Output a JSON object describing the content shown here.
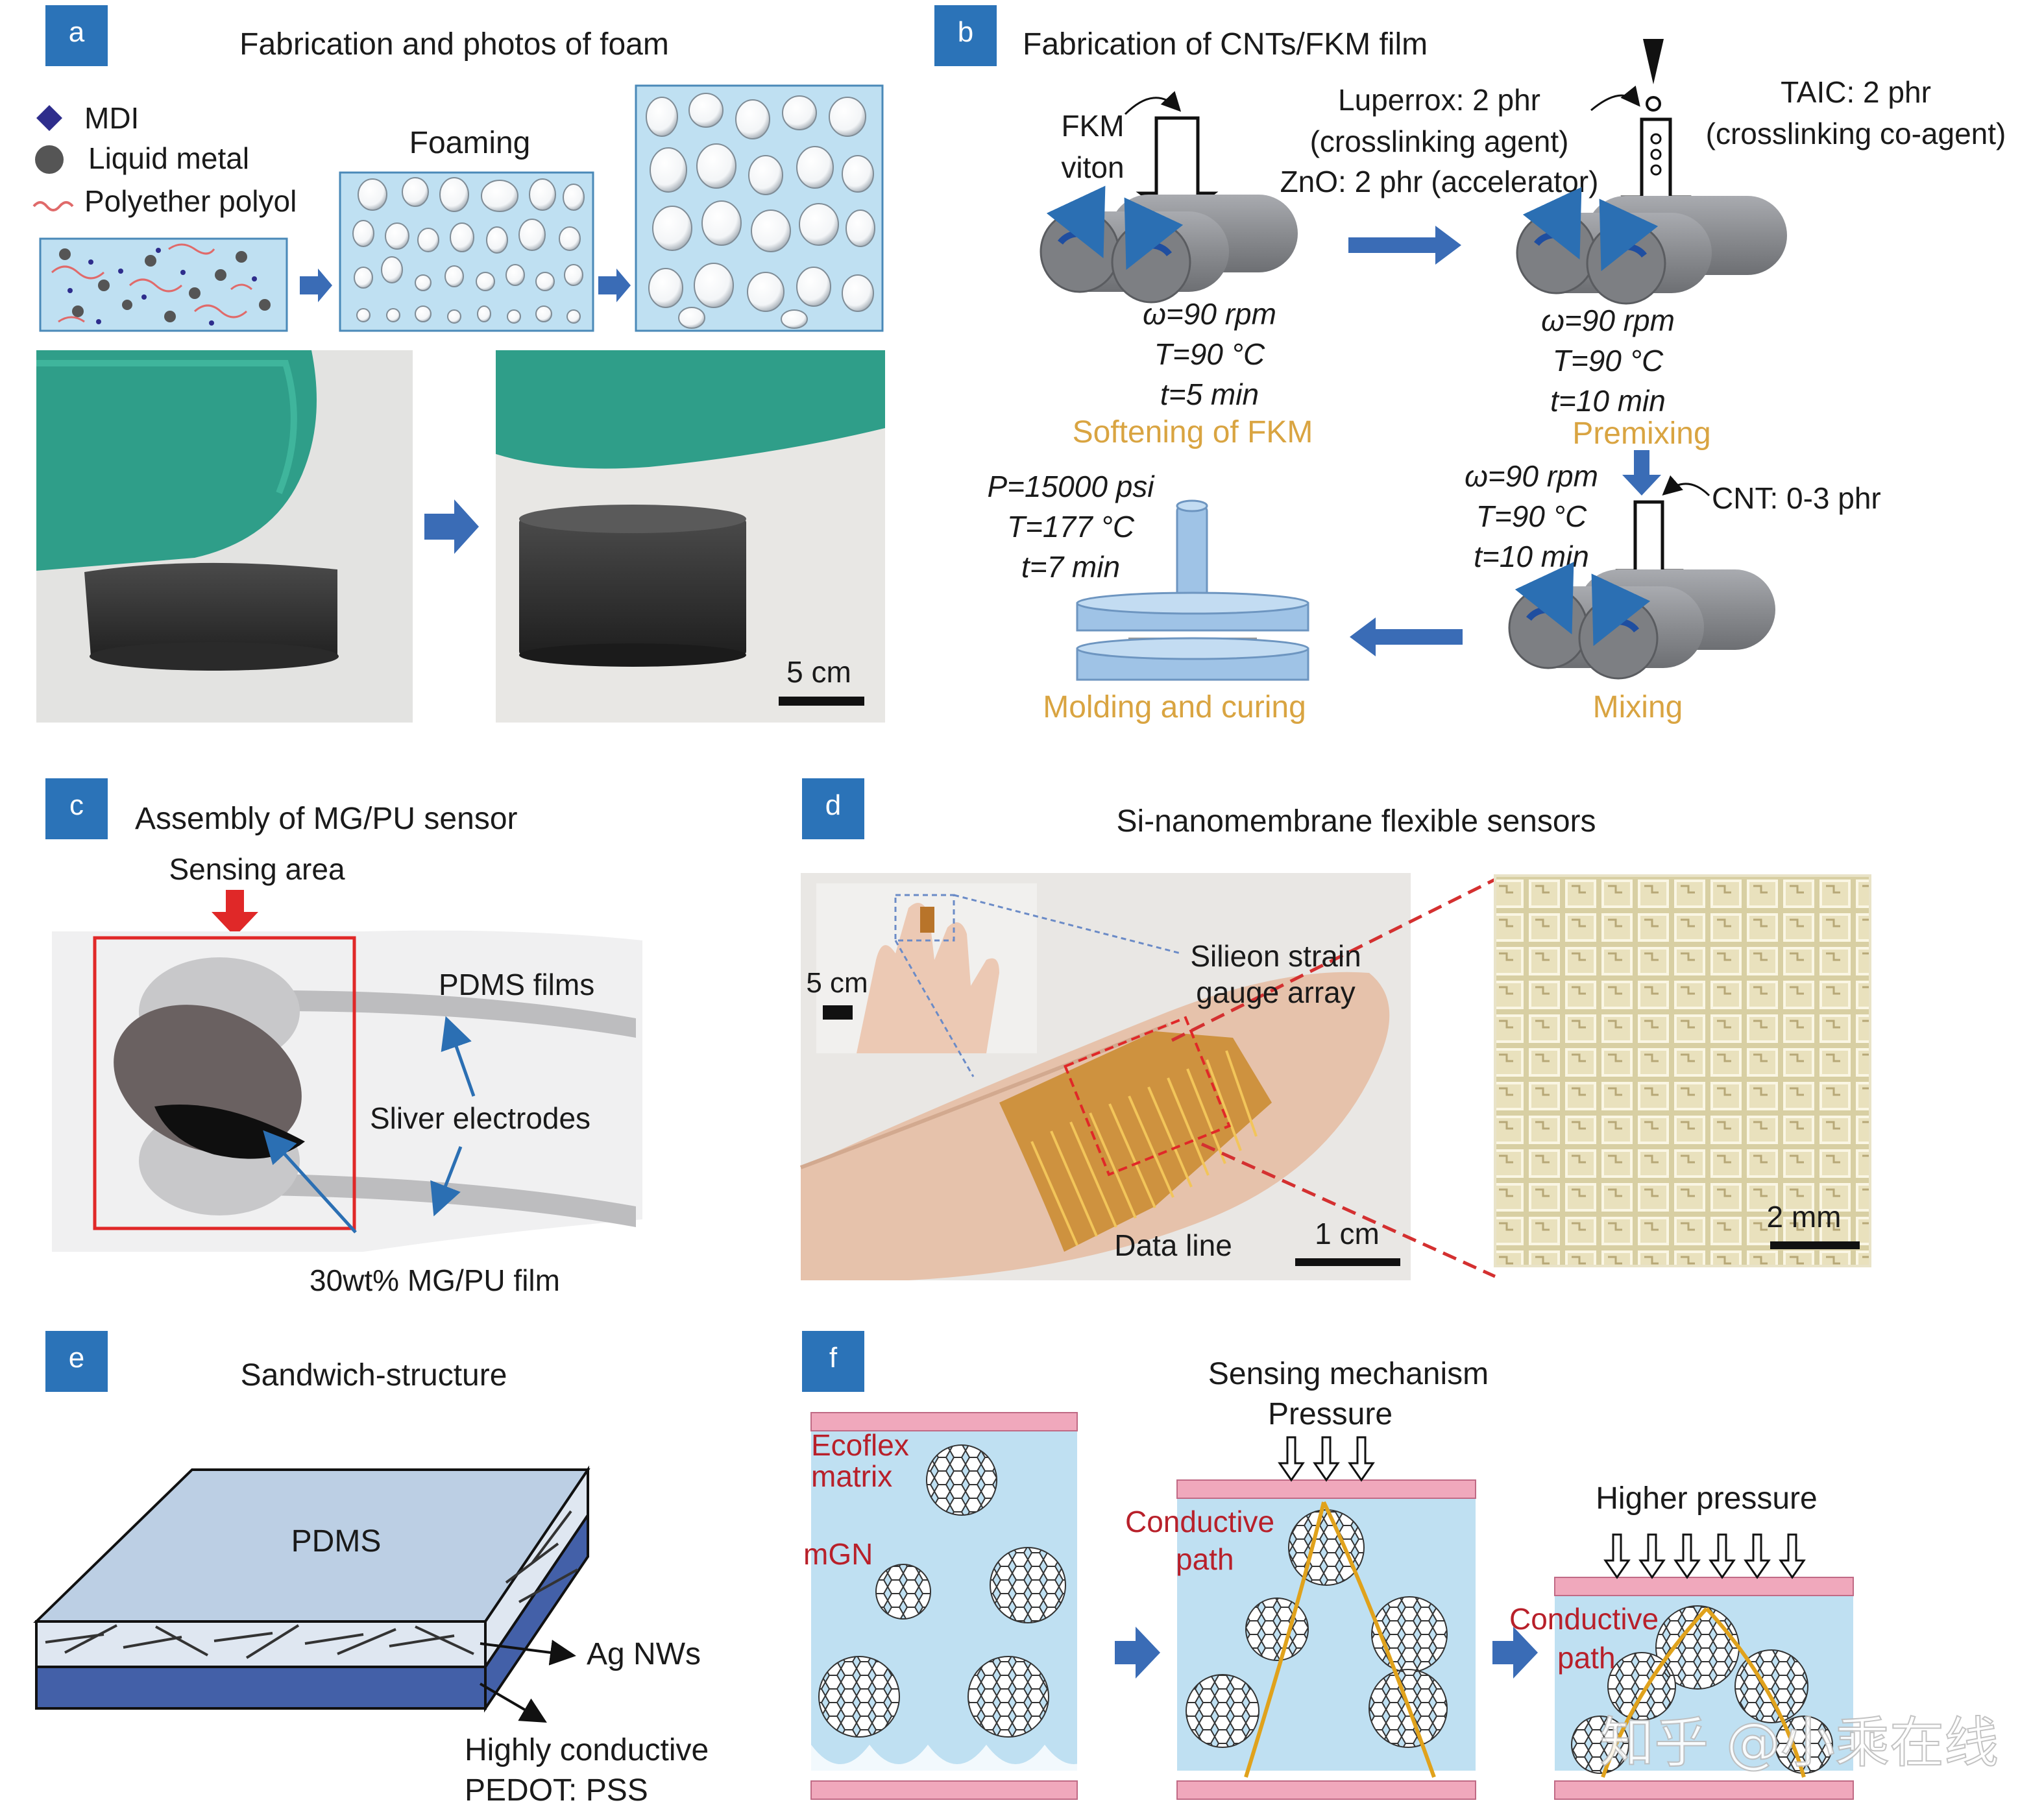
{
  "colors": {
    "badge": "#2b73b8",
    "arrow_blue": "#3a6cb6",
    "gold_label": "#d9a441",
    "red_label": "#b8202a",
    "light_blue": "#bfe0f2",
    "roller_gray": "#8c8e92",
    "pink_plate": "#f0a8bc"
  },
  "watermark": "知乎 @小乘在线",
  "panel_a": {
    "badge": "a",
    "title": "Fabrication and photos of foam",
    "legend": [
      "MDI",
      "Liquid metal",
      "Polyether polyol"
    ],
    "step_label": "Foaming",
    "scale": "5 cm"
  },
  "panel_b": {
    "badge": "b",
    "title": "Fabrication of CNTs/FKM film",
    "input_left": [
      "FKM",
      "viton"
    ],
    "additives_1": [
      "Luperrox: 2 phr",
      "(crosslinking agent)",
      "ZnO: 2 phr (accelerator)"
    ],
    "additives_2": [
      "TAIC: 2 phr",
      "(crosslinking co-agent)"
    ],
    "cnt": "CNT: 0-3 phr",
    "cond_soften": [
      "ω=90 rpm",
      "T=90 °C",
      "t=5 min"
    ],
    "cond_premix": [
      "ω=90 rpm",
      "T=90 °C",
      "t=10 min"
    ],
    "cond_mix": [
      "ω=90 rpm",
      "T=90 °C",
      "t=10 min"
    ],
    "cond_mold": [
      "P=15000 psi",
      "T=177 °C",
      "t=7 min"
    ],
    "stages": [
      "Softening of FKM",
      "Premixing",
      "Molding and curing",
      "Mixing"
    ]
  },
  "panel_c": {
    "badge": "c",
    "title": "Assembly of MG/PU sensor",
    "sensing_area": "Sensing area",
    "pdms": "PDMS films",
    "electrodes": "Sliver electrodes",
    "film": "30wt% MG/PU film"
  },
  "panel_d": {
    "badge": "d",
    "title": "Si-nanomembrane flexible sensors",
    "scale_inset": "5 cm",
    "strain_gauge": [
      "Silieon strain",
      "gauge array"
    ],
    "data_line": "Data line",
    "scale_main": "1 cm",
    "scale_zoom": "2 mm"
  },
  "panel_e": {
    "badge": "e",
    "title": "Sandwich-structure",
    "pdms": "PDMS",
    "agnw": "Ag NWs",
    "pedot": [
      "Highly conductive",
      "PEDOT: PSS"
    ]
  },
  "panel_f": {
    "badge": "f",
    "title": [
      "Sensing mechanism",
      "Pressure"
    ],
    "ecoflex": [
      "Ecoflex",
      "matrix"
    ],
    "mgn": "mGN",
    "conductive": [
      "Conductive",
      "path"
    ],
    "higher": "Higher pressure"
  }
}
